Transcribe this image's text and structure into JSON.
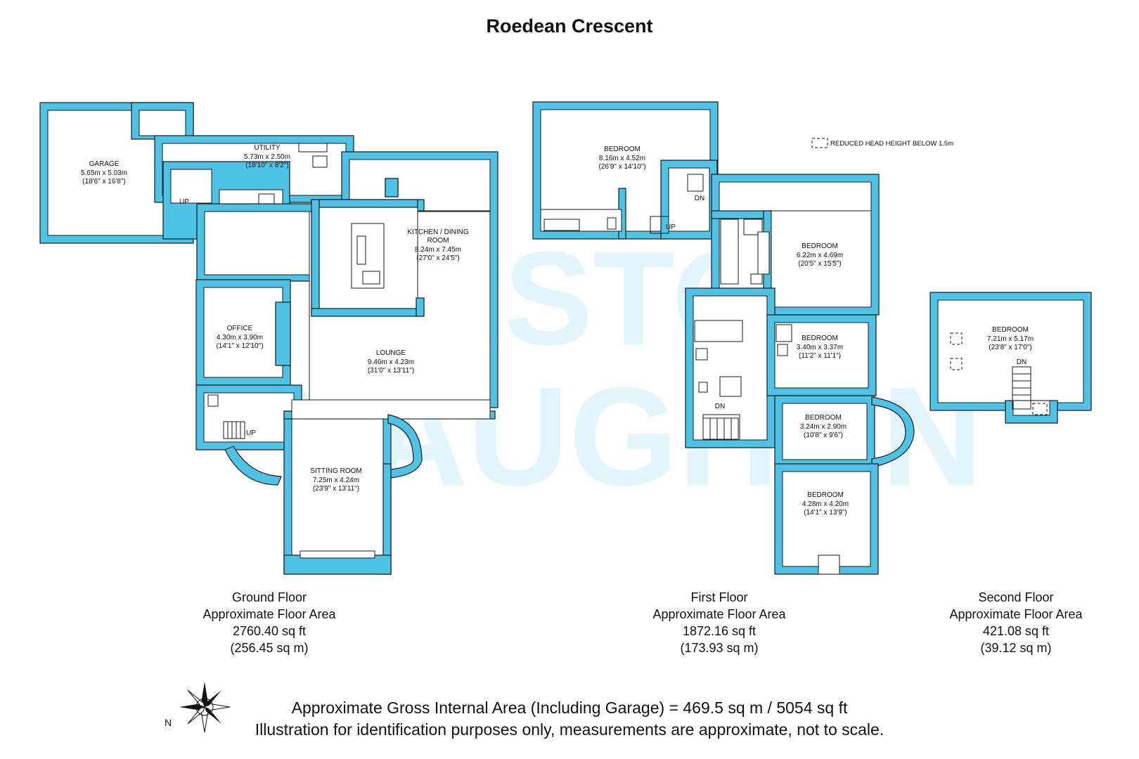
{
  "title": "Roedean Crescent",
  "watermark": [
    "ASTON",
    "VAUGHAN"
  ],
  "legend": {
    "reduced_head_height": "REDUCED HEAD HEIGHT BELOW 1.5m"
  },
  "rooms": {
    "garage": {
      "name": "GARAGE",
      "metric": "5.65m x 5.03m",
      "imperial": "(18'6\" x 16'8\")"
    },
    "utility": {
      "name": "UTILITY",
      "metric": "5.73m x 2.50m",
      "imperial": "(18'10\" x 8'2\")"
    },
    "kitchen": {
      "name": "KITCHEN / DINING",
      "name2": "ROOM",
      "metric": "8.24m x 7.45m",
      "imperial": "(27'0\" x 24'5\")"
    },
    "office": {
      "name": "OFFICE",
      "metric": "4.30m x 3.90m",
      "imperial": "(14'1\" x 12'10\")"
    },
    "lounge": {
      "name": "LOUNGE",
      "metric": "9.46m x 4.23m",
      "imperial": "(31'0\" x 13'11\")"
    },
    "sitting": {
      "name": "SITTING ROOM",
      "metric": "7.25m x 4.24m",
      "imperial": "(23'9\" x 13'11\")"
    },
    "ff_bed1": {
      "name": "BEDROOM",
      "metric": "8.16m x 4.52m",
      "imperial": "(26'9\" x 14'10\")"
    },
    "ff_bed2": {
      "name": "BEDROOM",
      "metric": "6.22m x 4.69m",
      "imperial": "(20'5\" x 15'5\")"
    },
    "ff_bed3": {
      "name": "BEDROOM",
      "metric": "3.40m x 3.37m",
      "imperial": "(11'2\" x 11'1\")"
    },
    "ff_bed4": {
      "name": "BEDROOM",
      "metric": "3.24m x 2.90m",
      "imperial": "(10'8\" x 9'6\")"
    },
    "ff_bed5": {
      "name": "BEDROOM",
      "metric": "4.28m x 4.20m",
      "imperial": "(14'1\" x 13'9\")"
    },
    "sf_bed": {
      "name": "BEDROOM",
      "metric": "7.21m x 5.17m",
      "imperial": "(23'8\" x 17'0\")"
    }
  },
  "stair_labels": {
    "up": "UP",
    "dn": "DN"
  },
  "floors": [
    {
      "name": "Ground Floor",
      "label": "Approximate Floor Area",
      "sqft": "2760.40 sq ft",
      "sqm": "(256.45 sq m)"
    },
    {
      "name": "First Floor",
      "label": "Approximate Floor Area",
      "sqft": "1872.16 sq ft",
      "sqm": "(173.93 sq m)"
    },
    {
      "name": "Second Floor",
      "label": "Approximate Floor Area",
      "sqft": "421.08 sq ft",
      "sqm": "(39.12 sq m)"
    }
  ],
  "footer": {
    "line1": "Approximate Gross Internal Area (Including Garage) = 469.5 sq m / 5054 sq ft",
    "line2": "Illustration for identification purposes only, measurements are approximate, not to scale."
  },
  "compass": {
    "north": "N",
    "icon": "compass-rose-icon"
  },
  "colors": {
    "wall": "#4ec3e6",
    "watermark": "#bfe9f4"
  }
}
